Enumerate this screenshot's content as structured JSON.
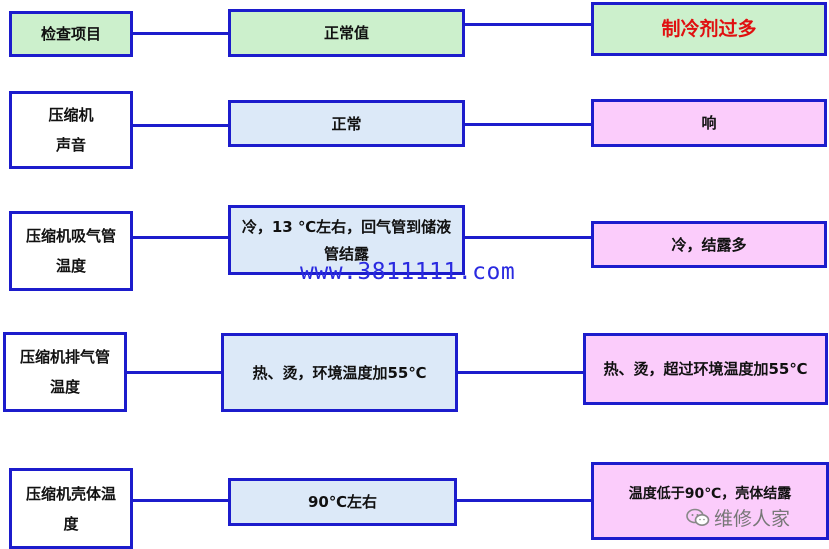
{
  "header": {
    "item_label": "检查项目",
    "normal_label": "正常值",
    "fault_label": "制冷剂过多",
    "fault_color": "#e01010"
  },
  "rows": [
    {
      "item": [
        "压缩机",
        "声音"
      ],
      "normal": "正常",
      "fault": "响"
    },
    {
      "item": [
        "压缩机吸气管",
        "温度"
      ],
      "normal": [
        "冷，13 ℃左右，回气管到储液",
        "管结露"
      ],
      "fault": "冷，结露多"
    },
    {
      "item": [
        "压缩机排气管",
        "温度"
      ],
      "normal": "热、烫，环境温度加55℃",
      "fault": "热、烫，超过环境温度加55℃"
    },
    {
      "item": [
        "压缩机壳体温",
        "度"
      ],
      "normal": "90℃左右",
      "fault": "温度低于90℃，壳体结露"
    }
  ],
  "watermark": "www.3811111.com",
  "brand": {
    "icon": "wechat-icon",
    "name": "维修人家"
  },
  "colors": {
    "border": "#1c1ccc",
    "header_fill": "#ccf0cc",
    "normal_fill": "#dce9f8",
    "fault_fill": "#fbccfb"
  }
}
